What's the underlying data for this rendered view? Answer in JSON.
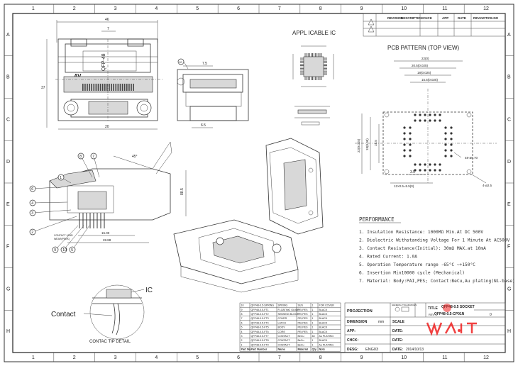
{
  "grid": {
    "cols": [
      "1",
      "2",
      "3",
      "4",
      "5",
      "6",
      "7",
      "8",
      "9",
      "10",
      "11",
      "12"
    ],
    "rows": [
      "A",
      "B",
      "C",
      "D",
      "E",
      "F",
      "G",
      "H"
    ]
  },
  "revision_header": {
    "revision": "REVISION",
    "description": "DESCRIPTION",
    "chck": "CHCK",
    "app": "APP",
    "date": "DATE",
    "rev_notice": "REV.NOTICE.NO"
  },
  "labels": {
    "applicable_ic": "APPL ICABLE IC",
    "pcb_pattern": "PCB PATTERN (TOP VIEW)",
    "performance": "PERFORMANCE",
    "ic": "IC",
    "contact": "Contact",
    "contact_tip_detail": "CONTAC TIP DETAIL",
    "qfp_mark": "QFP-48",
    "contact_lead": "CONTACT LEAD",
    "contact_lead_sub": "WEAR(PEEK)"
  },
  "dimensions": {
    "top_width": "46",
    "top_sub": "7",
    "side_height": "37",
    "bottom_20": "20",
    "right_75": "7.5",
    "right_65": "6.5",
    "angle_45": "45°",
    "side_885": "88.5",
    "side_150": "15.00",
    "side_2888": "28.88",
    "pcb_2210": "22(0)",
    "pcb_2050": "20.5(0.025)",
    "pcb_1800": "18(0.025)",
    "pcb_1550": "15.5(0.025)",
    "pcb_35": "3.5",
    "pcb_hole": "4-ø2.5",
    "pcb_pad": "48-ø0.70",
    "pcb_pitch": "12×0.5=5.5(0)",
    "pcb_left1": "22(0.025)",
    "pcb_left2": "18(0.05)",
    "pcb_left3": "15.5"
  },
  "balloons": [
    "1",
    "2",
    "3",
    "4",
    "5",
    "6",
    "7",
    "8",
    "9",
    "10"
  ],
  "performance_items": [
    "1. Insulation Resistance: 1000MΩ Min.At DC 500V",
    "2. Dielectric Withstanding Voltage For 1 Minute At AC500V",
    "3. Contact Resistance(Initial): 30mΩ MAX.at 10mA",
    "4. Rated Current: 1.0A",
    "5. Operation Temperature range -65°C ~+150°C",
    "6. Insertion Min10000 cycle (Mechanical)",
    "7. Material: Body:PAI,PES; Contact:BeCu,Au plating(Ni-base)"
  ],
  "bom": {
    "headers": [
      "Part No.",
      "Part Number",
      "Name",
      "Material",
      "Qty",
      "Note"
    ],
    "rows": [
      [
        "10",
        "QFP48-0.5-SPRING",
        "SPRING",
        "SUS",
        "1",
        "FOR COVER"
      ],
      [
        "9",
        "QFP48-0.5-FT1",
        "FLOATING GUIDE",
        "PEI,PES",
        "1",
        "BLACK"
      ],
      [
        "8",
        "QFP48-0.5-FT2",
        "SENSING BLOCK",
        "PEI,PES",
        "1",
        "BLACK"
      ],
      [
        "7",
        "QFP48-0.5-FT3",
        "COVER",
        "PEI,PES",
        "1",
        "BLACK"
      ],
      [
        "6",
        "QFP48-0.5-FT4",
        "LATCH",
        "PEI,PES",
        "1",
        "BLACK"
      ],
      [
        "5",
        "QFP48-0.5-FT5",
        "BODY",
        "PEI,PES",
        "1",
        "BLACK"
      ],
      [
        "4",
        "QFP48-0.5-FT6",
        "CORE",
        "PEI,PES",
        "1",
        "BLACK"
      ],
      [
        "3",
        "QFP48-0.5-FT7",
        "CONTACT",
        "BeCu",
        "48",
        "Au PLATING"
      ],
      [
        "2",
        "QFP48-0.5-FT8",
        "CONTACT",
        "BeCu",
        "1",
        "BLACK"
      ],
      [
        "1",
        "QFP48-0.5-FT9",
        "CONTACT",
        "BeCu",
        "1",
        "Au PLATING"
      ]
    ]
  },
  "title_block": {
    "projection": "PROJECTION",
    "general_tolerances": "GENERAL TOLERANCES",
    "title_label": "TITLE",
    "title_value": "QFP48-0.5 SOCKET",
    "dwg_value": "QFP48-0.5-CP01N",
    "rev_label": "REV",
    "rev_value": "0",
    "dimension_label": "DIMENSION",
    "dimension_value": "mm",
    "scale_label": "SCALE",
    "app_label": "APP:",
    "date_label": "DATE:",
    "chck_label": "CHCK:",
    "desg_label": "DESG:",
    "desg_value": "ENG03",
    "date_value": "2014/10/13",
    "stamp_text": "ANWIT"
  }
}
